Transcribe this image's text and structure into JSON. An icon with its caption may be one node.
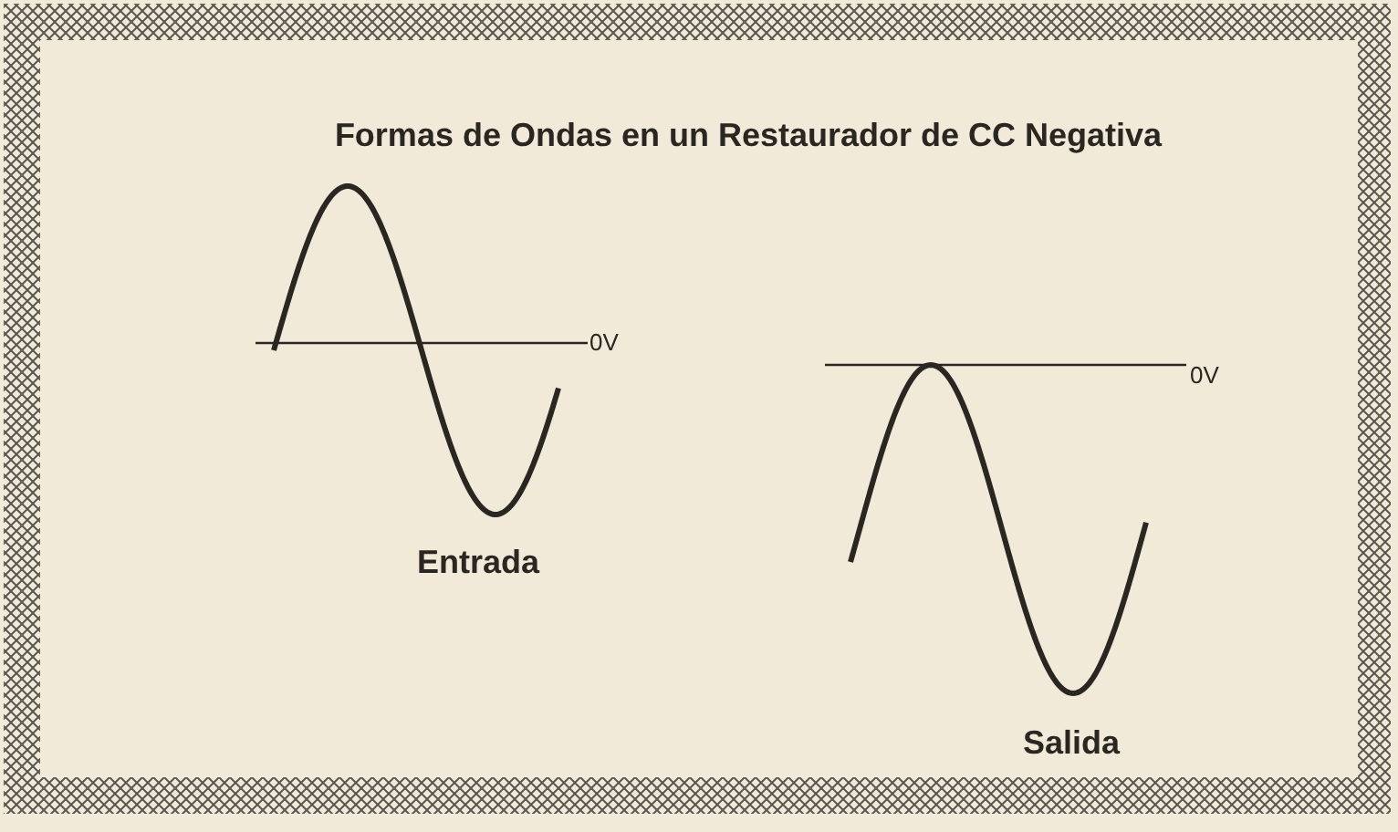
{
  "diagram": {
    "title": "Formas de Ondas en un Restaurador de CC Negativa",
    "labels": [
      "0V",
      "0V",
      "Entrada",
      "Salida"
    ]
  }
}
